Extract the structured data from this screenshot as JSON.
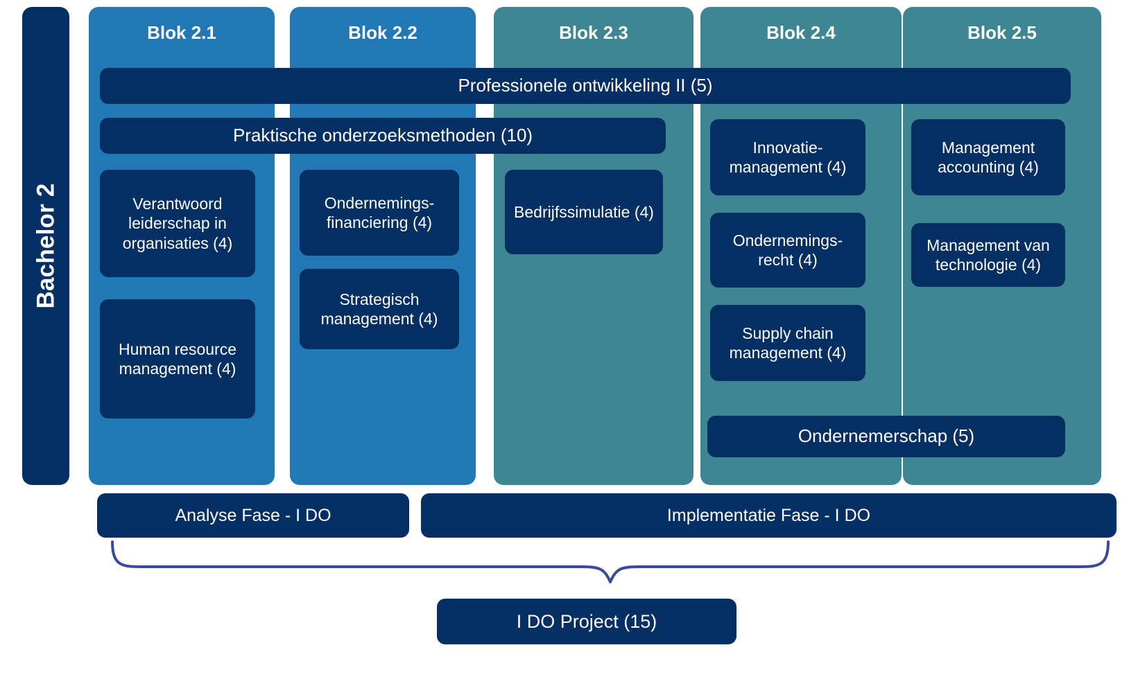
{
  "year": {
    "label": "Bachelor 2"
  },
  "colors": {
    "navy": "#042f63",
    "blue": "#2278b4",
    "teal": "#3e8692",
    "gap_gray": "#ffffff",
    "brace": "#3a4a9a",
    "text_on_dark": "#ffffff"
  },
  "columns": [
    {
      "id": "blok-2-1",
      "title": "Blok 2.1",
      "tone": "blue"
    },
    {
      "id": "blok-2-2",
      "title": "Blok 2.2",
      "tone": "blue"
    },
    {
      "id": "blok-2-3",
      "title": "Blok 2.3",
      "tone": "teal"
    },
    {
      "id": "blok-2-4",
      "title": "Blok 2.4",
      "tone": "teal"
    },
    {
      "id": "blok-2-5",
      "title": "Blok 2.5",
      "tone": "teal"
    }
  ],
  "spanning_courses": [
    {
      "id": "professionele-ontwikkeling-ii",
      "label": "Professionele ontwikkeling II (5)",
      "spans": "Blok 2.1 - Blok 2.5",
      "credits": 5
    },
    {
      "id": "praktische-onderzoeksmethoden",
      "label": "Praktische onderzoeksmethoden (10)",
      "spans": "Blok 2.1 - Blok 2.3",
      "credits": 10
    },
    {
      "id": "ondernemerschap",
      "label": "Ondernemerschap (5)",
      "spans": "Blok 2.4 - Blok 2.5",
      "credits": 5
    }
  ],
  "courses": {
    "blok_2_1": [
      {
        "id": "verantwoord-leiderschap",
        "label": "Verantwoord leiderschap in organisaties (4)",
        "credits": 4
      },
      {
        "id": "human-resource-management",
        "label": "Human resource management (4)",
        "credits": 4
      }
    ],
    "blok_2_2": [
      {
        "id": "ondernemingsfinanciering",
        "label": "Ondernemings-financiering  (4)",
        "credits": 4
      },
      {
        "id": "strategisch-management",
        "label": "Strategisch management (4)",
        "credits": 4
      }
    ],
    "blok_2_3": [
      {
        "id": "bedrijfssimulatie",
        "label": "Bedrijfssimulatie (4)",
        "credits": 4
      }
    ],
    "blok_2_4": [
      {
        "id": "innovatiemanagement",
        "label": "Innovatie-management (4)",
        "credits": 4
      },
      {
        "id": "ondernemingsrecht",
        "label": "Ondernemings-recht (4)",
        "credits": 4
      },
      {
        "id": "supply-chain-management",
        "label": "Supply chain management (4)",
        "credits": 4
      }
    ],
    "blok_2_5": [
      {
        "id": "management-accounting",
        "label": "Management accounting (4)",
        "credits": 4
      },
      {
        "id": "management-van-technologie",
        "label": "Management van technologie (4)",
        "credits": 4
      }
    ]
  },
  "phases": [
    {
      "id": "analyse-fase",
      "label": "Analyse Fase - I DO",
      "spans": "Blok 2.1 - Blok 2.2"
    },
    {
      "id": "implementatie-fase",
      "label": "Implementatie Fase - I DO",
      "spans": "Blok 2.3 - Blok 2.5"
    }
  ],
  "project": {
    "id": "i-do-project",
    "label": "I DO Project (15)",
    "credits": 15
  }
}
